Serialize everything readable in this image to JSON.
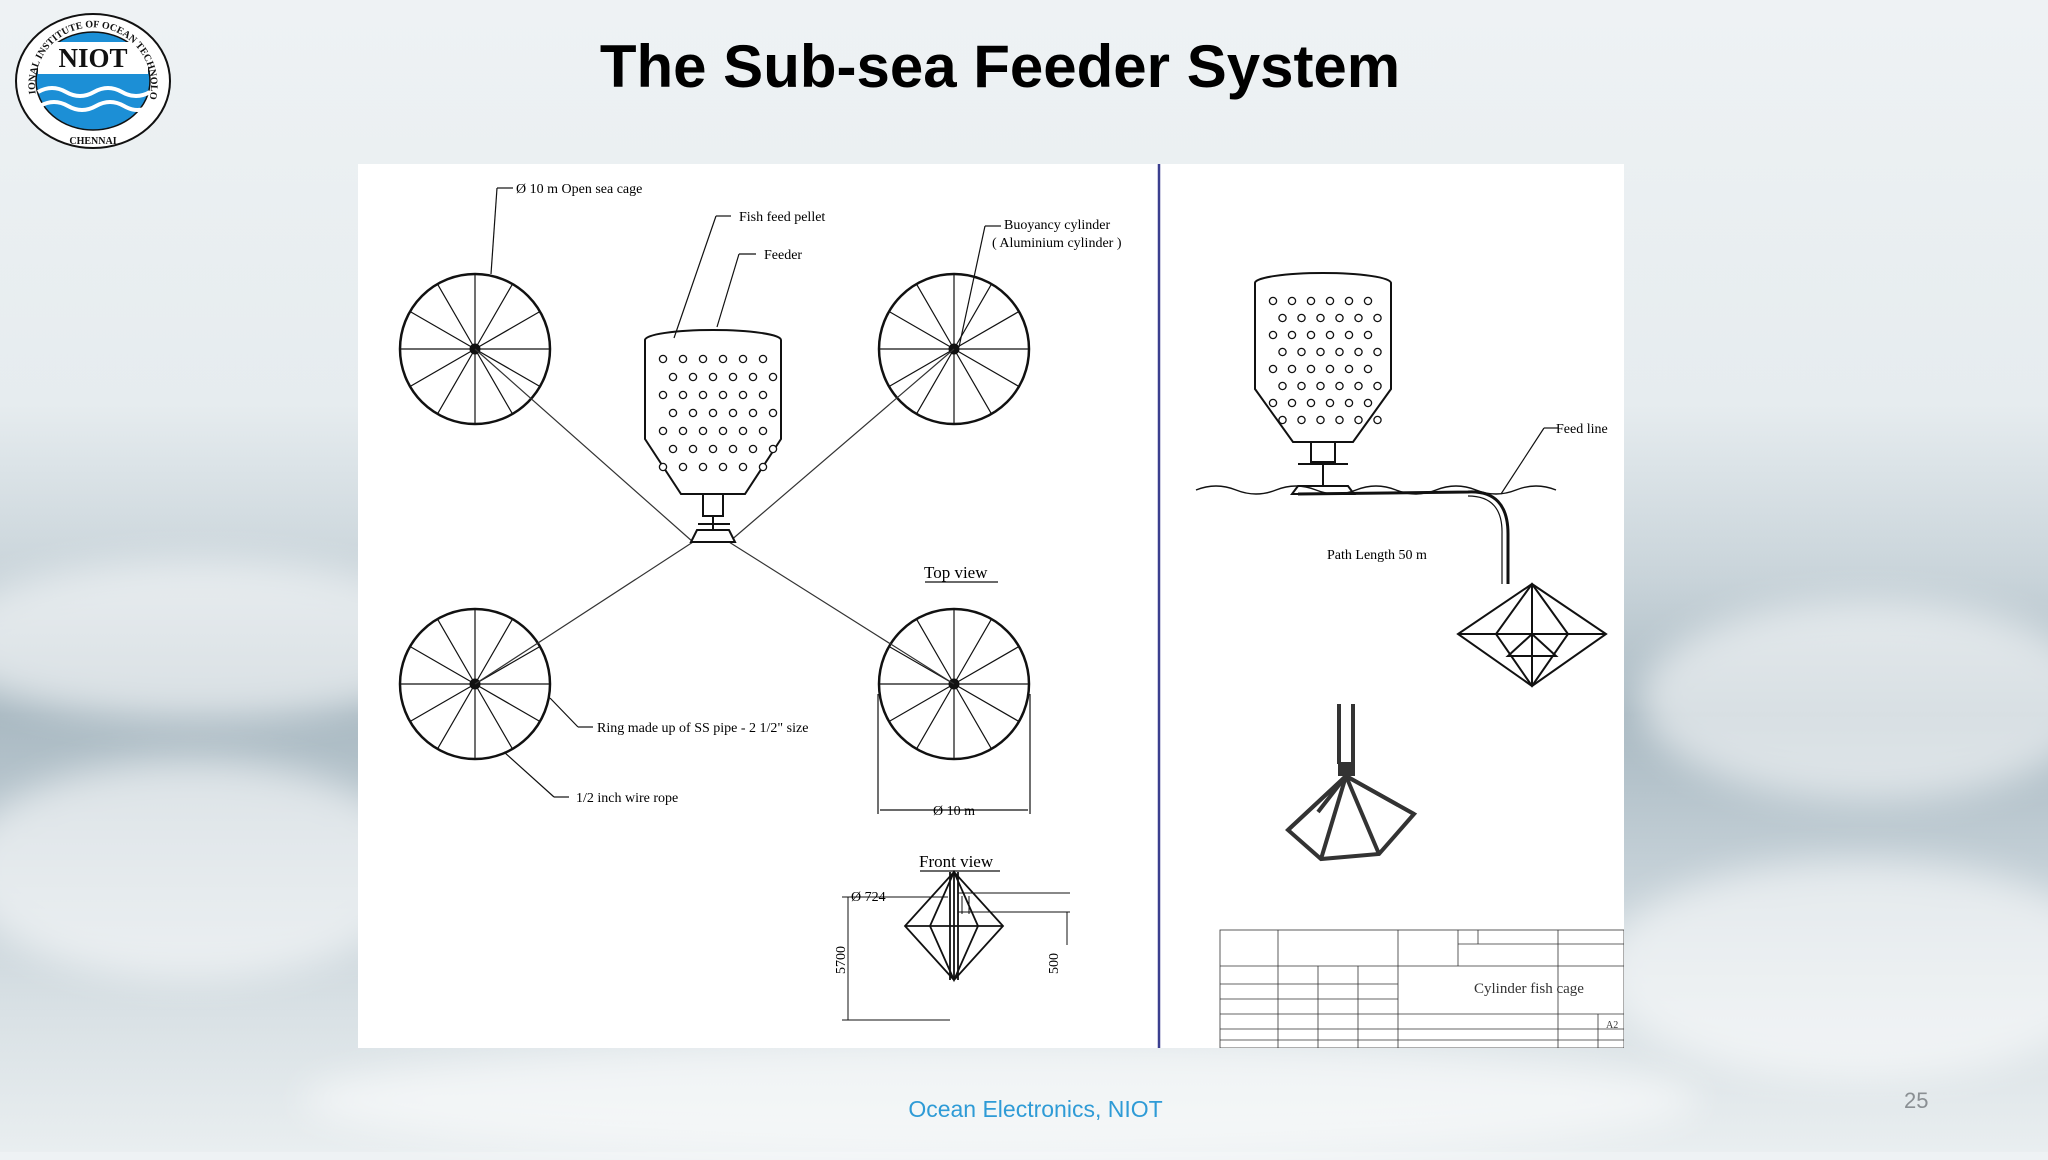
{
  "slide": {
    "title": "The Sub-sea Feeder System",
    "footer": "Ocean Electronics, NIOT",
    "page_number": "25"
  },
  "logo": {
    "abbrev": "NIOT",
    "ring_text": "NATIONAL INSTITUTE OF OCEAN TECHNOLOGY",
    "city": "CHENNAI"
  },
  "top_view": {
    "label": "Top view",
    "cage_label": "Ø 10 m Open sea cage",
    "pellet_label": "Fish feed pellet",
    "feeder_label": "Feeder",
    "buoyancy_label_1": "Buoyancy cylinder",
    "buoyancy_label_2": "( Aluminium cylinder )",
    "ring_label": "Ring made up of SS pipe - 2 1/2\" size",
    "wire_label": "1/2 inch wire rope",
    "dim_label": "Ø 10 m"
  },
  "front_view": {
    "label": "Front view",
    "dia_label": "Ø 724",
    "height_label": "5700",
    "top_label": "500"
  },
  "side_view": {
    "feed_line_label": "Feed line",
    "path_label": "Path Length 50 m",
    "title_block_title": "Cylinder fish cage",
    "title_block_size": "A2"
  },
  "colors": {
    "title": "#000000",
    "footer": "#2e9bd6",
    "logo_blue": "#1c8fd6",
    "divider": "#3b3f8f"
  }
}
